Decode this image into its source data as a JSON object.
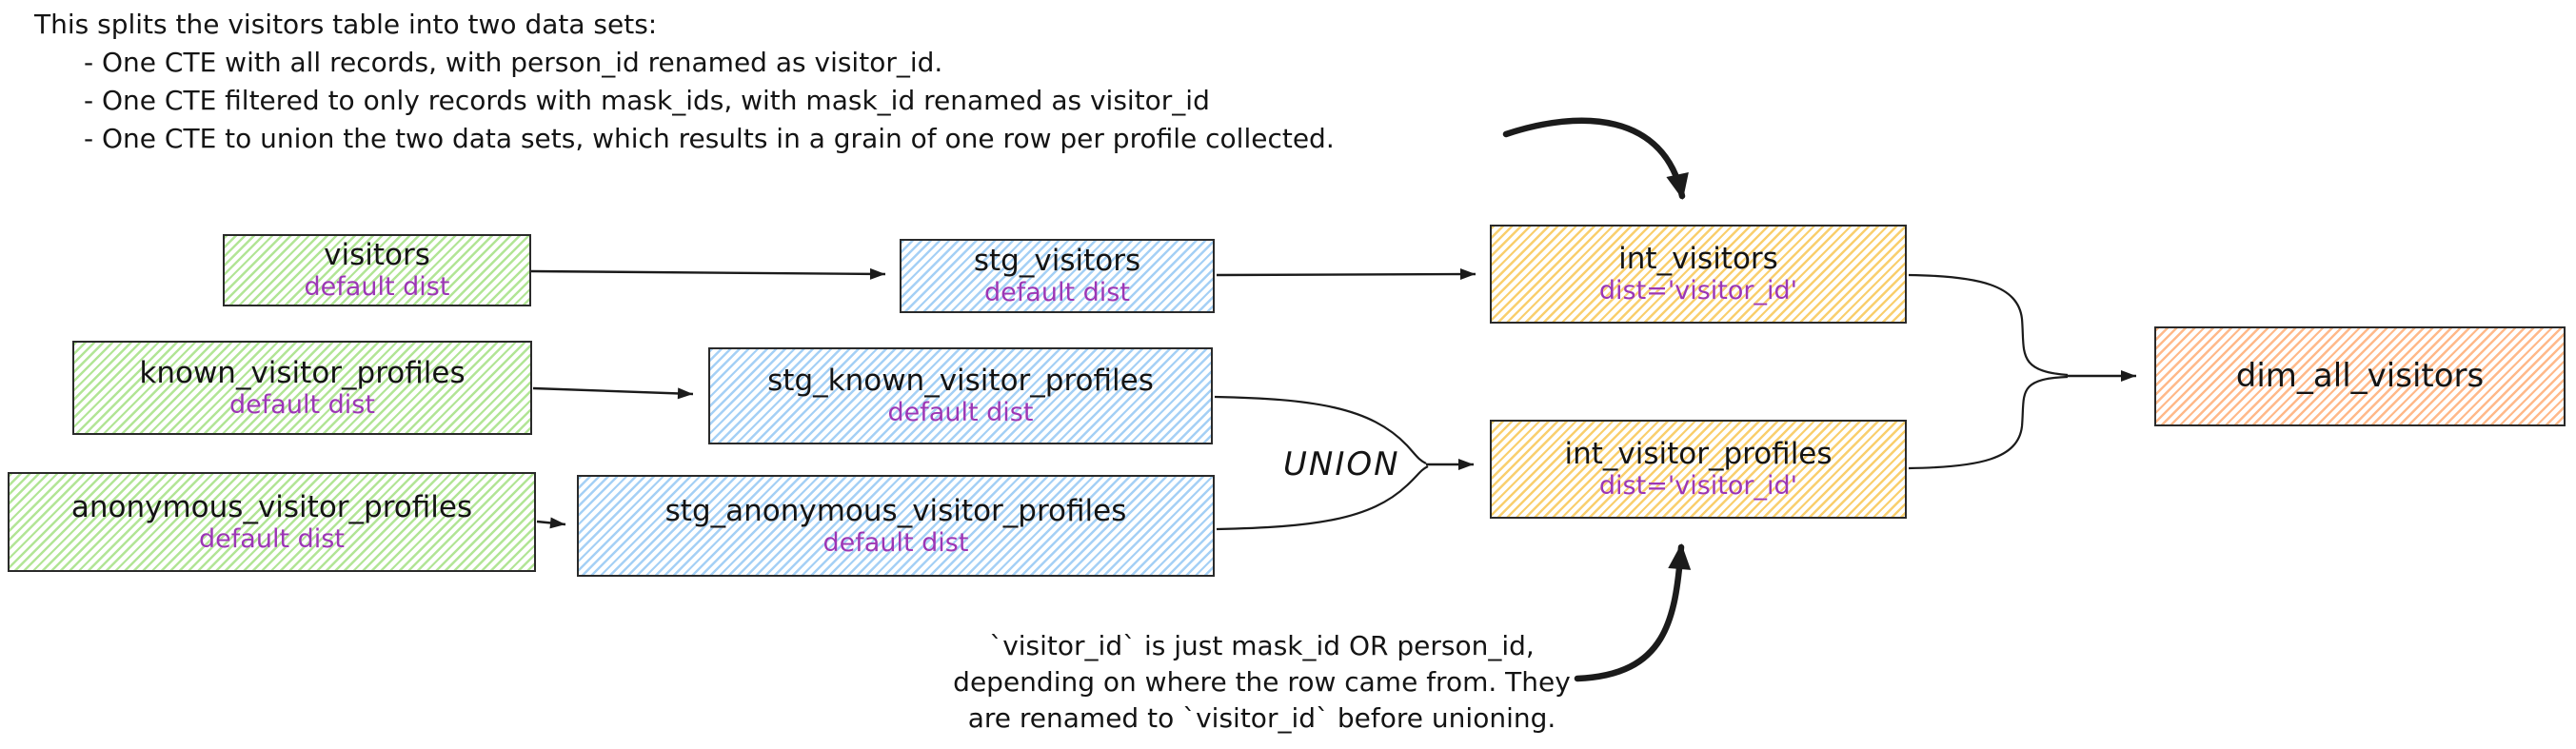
{
  "diagram": {
    "top_note": {
      "lines": [
        "This splits the visitors table into two data sets:",
        "- One CTE with all records, with person_id renamed as visitor_id.",
        "- One CTE filtered to only records with mask_ids, with mask_id renamed as visitor_id",
        "- One CTE to union the two data sets, which results in a grain of one row per profile collected."
      ]
    },
    "bottom_note": {
      "lines": [
        "`visitor_id` is just mask_id OR person_id,",
        "depending on where the row came from. They",
        "are renamed to `visitor_id` before unioning."
      ]
    },
    "union_label": "UNION",
    "nodes": {
      "visitors": {
        "title": "visitors",
        "subtitle": "default dist"
      },
      "stg_visitors": {
        "title": "stg_visitors",
        "subtitle": "default dist"
      },
      "int_visitors": {
        "title": "int_visitors",
        "subtitle": "dist='visitor_id'"
      },
      "known_visitor_profiles": {
        "title": "known_visitor_profiles",
        "subtitle": "default dist"
      },
      "stg_known_visitor_profiles": {
        "title": "stg_known_visitor_profiles",
        "subtitle": "default dist"
      },
      "anonymous_visitor_profiles": {
        "title": "anonymous_visitor_profiles",
        "subtitle": "default dist"
      },
      "stg_anonymous_visitor_profiles": {
        "title": "stg_anonymous_visitor_profiles",
        "subtitle": "default dist"
      },
      "int_visitor_profiles": {
        "title": "int_visitor_profiles",
        "subtitle": "dist='visitor_id'"
      },
      "dim_all_visitors": {
        "title": "dim_all_visitors"
      }
    },
    "colors": {
      "stroke": "#2a2a2a",
      "text": "#141414",
      "subtitle_purple": "#9c36b5",
      "green_hatch": "#b2e596",
      "blue_hatch": "#a5d0f5",
      "yellow_hatch": "#f9cf6e",
      "orange_hatch": "#ffb98a",
      "arrow": "#1b1b1b"
    }
  }
}
